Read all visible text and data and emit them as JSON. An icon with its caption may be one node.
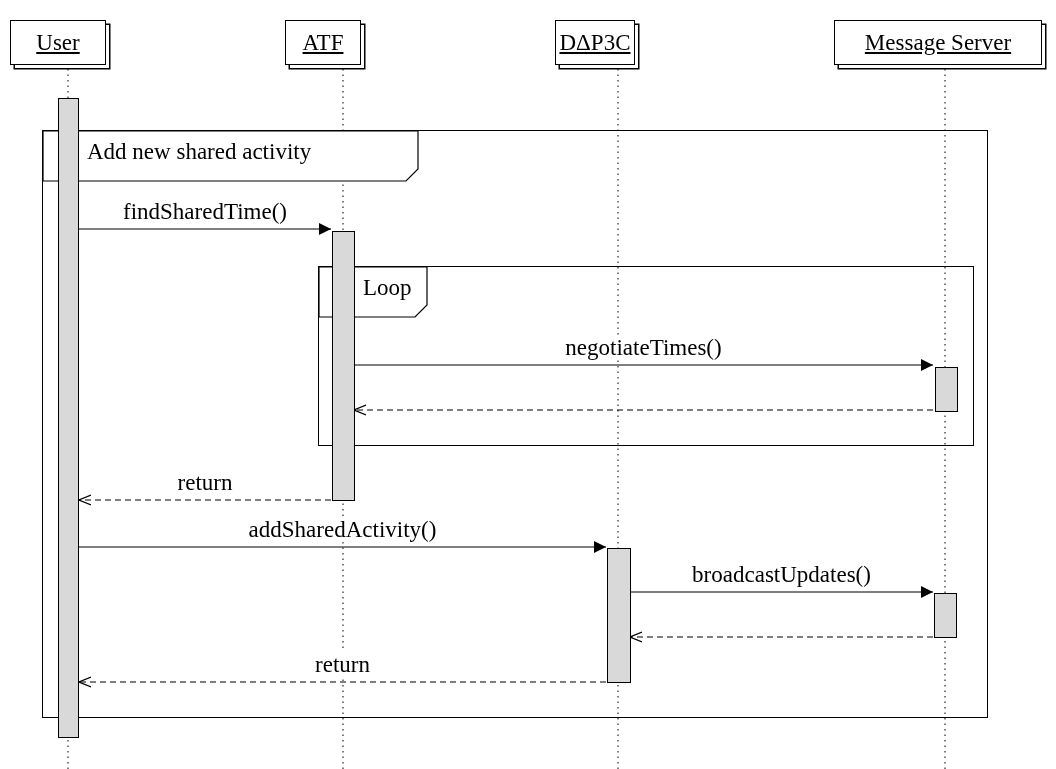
{
  "diagram": {
    "nodes": [
      {
        "text": [
          "User"
        ]
      },
      {
        "text": [
          "ATF"
        ]
      },
      {
        "text": [
          "DΔP3C"
        ]
      },
      {
        "text": [
          "Message Server"
        ]
      },
      {
        "text": [],
        "shape": "bar"
      },
      {
        "text": [
          "Add new shared activity"
        ]
      },
      {
        "text": [],
        "shape": "bar",
        "in": 5
      },
      {
        "text": [
          "Loop"
        ],
        "in": 5
      },
      {
        "text": [],
        "shape": "bar",
        "in": 7
      },
      {
        "text": [],
        "shape": "bar",
        "in": 5
      },
      {
        "text": [],
        "shape": "bar",
        "in": 5
      }
    ],
    "edges": [
      {
        "from": 4,
        "to": 6,
        "arrow": "to",
        "label": "findSharedTime()"
      },
      {
        "from": 6,
        "to": 8,
        "arrow": "to",
        "label": "negotiateTimes()"
      },
      {
        "from": 8,
        "to": 6,
        "arrow": "to",
        "style": "dashed"
      },
      {
        "from": 6,
        "to": 4,
        "arrow": "to",
        "label": "return",
        "style": "dashed"
      },
      {
        "from": 4,
        "to": 9,
        "arrow": "to",
        "label": "addSharedActivity()"
      },
      {
        "from": 9,
        "to": 10,
        "arrow": "to",
        "label": "broadcastUpdates()"
      },
      {
        "from": 10,
        "to": 9,
        "arrow": "to",
        "style": "dashed"
      },
      {
        "from": 9,
        "to": 4,
        "arrow": "to",
        "label": "return",
        "style": "dashed"
      }
    ]
  }
}
